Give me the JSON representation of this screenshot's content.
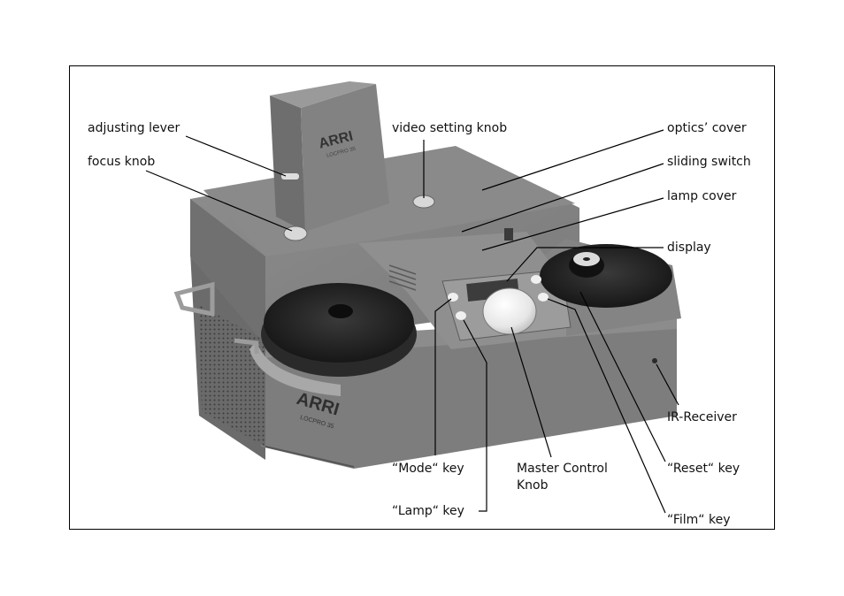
{
  "brand": {
    "logo_text": "ARRI",
    "model_text": "LOCPRO 35"
  },
  "labels": {
    "adjusting_lever": "adjusting lever",
    "focus_knob": "focus knob",
    "video_setting_knob": "video setting knob",
    "optics_cover": "optics’ cover",
    "sliding_switch": "sliding switch",
    "lamp_cover": "lamp cover",
    "display": "display",
    "ir_receiver": "IR-Receiver",
    "mode_key": "“Mode“ key",
    "lamp_key": "“Lamp“ key",
    "master_control_knob_line1": "Master Control",
    "master_control_knob_line2": "Knob",
    "reset_key": "“Reset“ key",
    "film_key": "“Film“ key"
  },
  "colors": {
    "body": "#777777",
    "body_light": "#9a9a9a",
    "body_dark": "#555555",
    "reel": "#1e1e1e",
    "leader_line": "#000000"
  }
}
